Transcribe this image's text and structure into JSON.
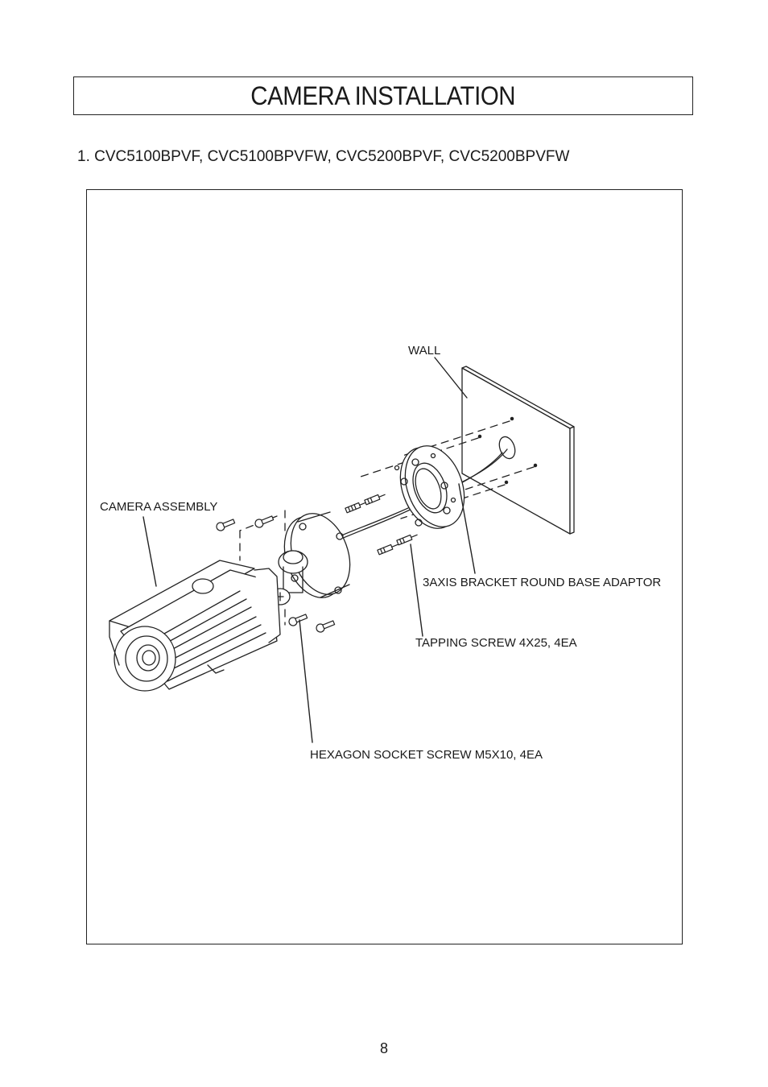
{
  "page": {
    "title": "CAMERA INSTALLATION",
    "subtitle": "1. CVC5100BPVF, CVC5100BPVFW, CVC5200BPVF, CVC5200BPVFW",
    "page_number": "8"
  },
  "figure": {
    "labels": {
      "wall": "WALL",
      "camera_assembly": "CAMERA  ASSEMBLY",
      "bracket_adaptor": "3AXIS BRACKET ROUND BASE ADAPTOR",
      "tapping_screw": "TAPPING SCREW 4X25, 4EA",
      "hex_screw": "HEXAGON SOCKET SCREW M5X10, 4EA"
    }
  }
}
